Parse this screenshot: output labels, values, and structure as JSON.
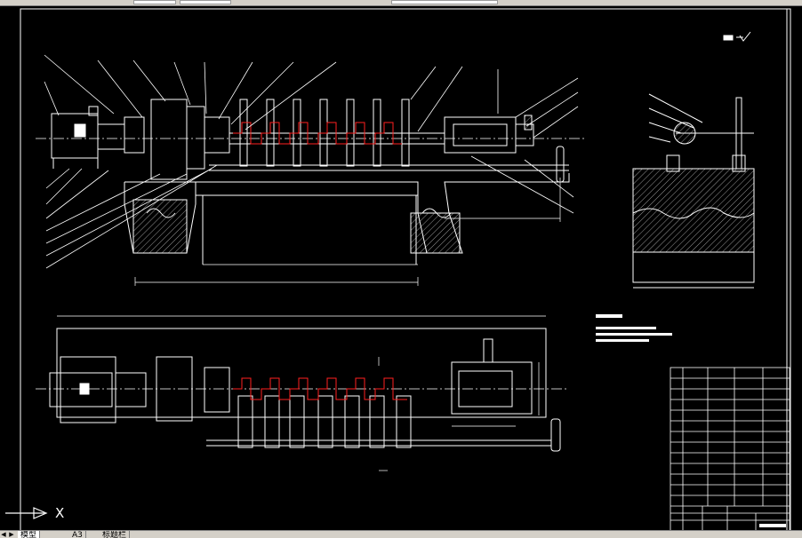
{
  "tabs": {
    "items": [
      {
        "label": "模型"
      },
      {
        "label": "A3"
      },
      {
        "label": "标题栏"
      }
    ],
    "active_index": 0
  },
  "axis": {
    "x_label": "X"
  },
  "drawing": {
    "colors": {
      "background": "#000000",
      "lines": "#ffffff",
      "part_red": "#ff2020",
      "hatch": "#ffffff"
    },
    "icons": {
      "ucs": "ucs-axis-icon",
      "prev_tab": "triangle-left-icon",
      "next_tab": "triangle-right-icon"
    }
  }
}
